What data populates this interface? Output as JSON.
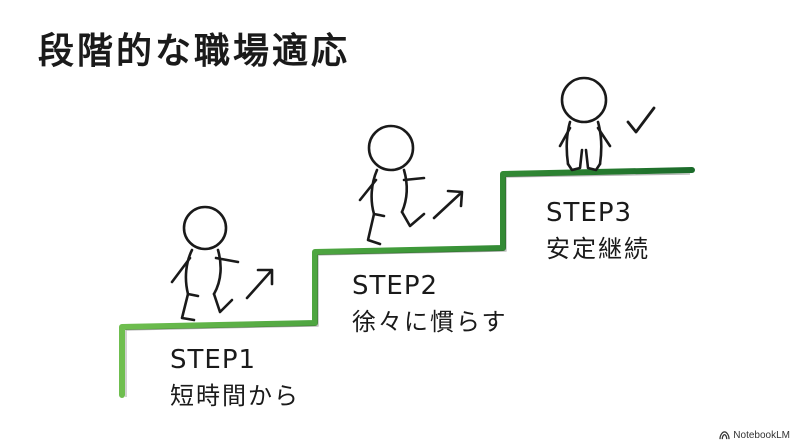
{
  "title": "段階的な職場適応",
  "steps": [
    {
      "label": "STEP1",
      "desc": "短時間から"
    },
    {
      "label": "STEP2",
      "desc": "徐々に慣らす"
    },
    {
      "label": "STEP3",
      "desc": "安定継続"
    }
  ],
  "brand": {
    "name": "NotebookLM",
    "icon": "notebooklm-logo-icon"
  },
  "colors": {
    "stair_dark": "#1b6b2a",
    "stair_light": "#7cc35a",
    "ink": "#1a1a1a"
  }
}
